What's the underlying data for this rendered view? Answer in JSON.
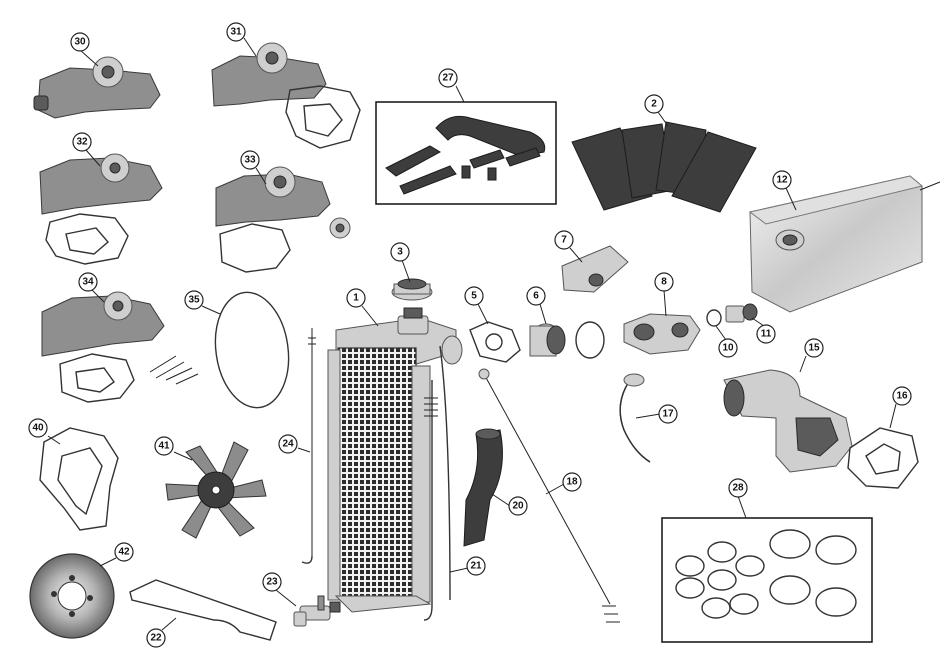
{
  "callouts": [
    {
      "id": "30",
      "label": "30"
    },
    {
      "id": "31",
      "label": "31"
    },
    {
      "id": "27",
      "label": "27"
    },
    {
      "id": "2",
      "label": "2"
    },
    {
      "id": "12",
      "label": "12"
    },
    {
      "id": "32",
      "label": "32"
    },
    {
      "id": "33",
      "label": "33"
    },
    {
      "id": "3",
      "label": "3"
    },
    {
      "id": "7",
      "label": "7"
    },
    {
      "id": "1",
      "label": "1"
    },
    {
      "id": "5",
      "label": "5"
    },
    {
      "id": "6",
      "label": "6"
    },
    {
      "id": "8",
      "label": "8"
    },
    {
      "id": "34",
      "label": "34"
    },
    {
      "id": "35",
      "label": "35"
    },
    {
      "id": "10",
      "label": "10"
    },
    {
      "id": "11",
      "label": "11"
    },
    {
      "id": "15",
      "label": "15"
    },
    {
      "id": "16",
      "label": "16"
    },
    {
      "id": "17",
      "label": "17"
    },
    {
      "id": "40",
      "label": "40"
    },
    {
      "id": "41",
      "label": "41"
    },
    {
      "id": "24",
      "label": "24"
    },
    {
      "id": "18",
      "label": "18"
    },
    {
      "id": "28",
      "label": "28"
    },
    {
      "id": "20",
      "label": "20"
    },
    {
      "id": "42",
      "label": "42"
    },
    {
      "id": "21",
      "label": "21"
    },
    {
      "id": "23",
      "label": "23"
    },
    {
      "id": "22",
      "label": "22"
    }
  ],
  "colors": {
    "line": "#222222",
    "metal": "#8f8f8f",
    "rubber": "#3d3d3d",
    "background": "#ffffff"
  }
}
